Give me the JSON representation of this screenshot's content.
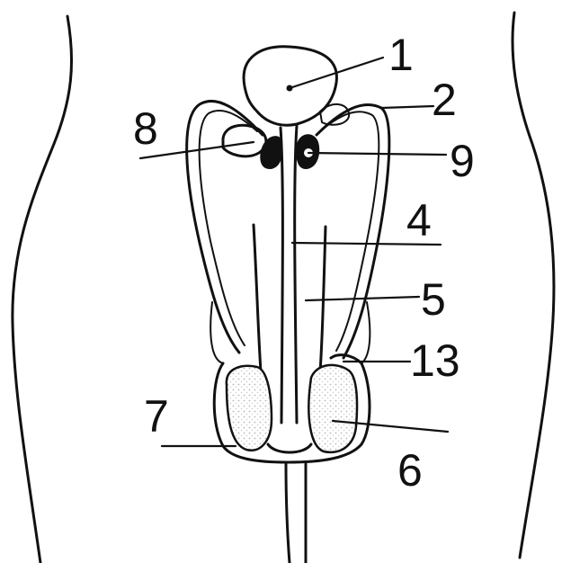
{
  "labels": {
    "l1": "1",
    "l2": "2",
    "l4": "4",
    "l5": "5",
    "l6": "6",
    "l7": "7",
    "l8": "8",
    "l9": "9",
    "l13": "13"
  },
  "colors": {
    "ink": "#111111",
    "paper": "#ffffff",
    "stipple": "#e2e2e2"
  }
}
